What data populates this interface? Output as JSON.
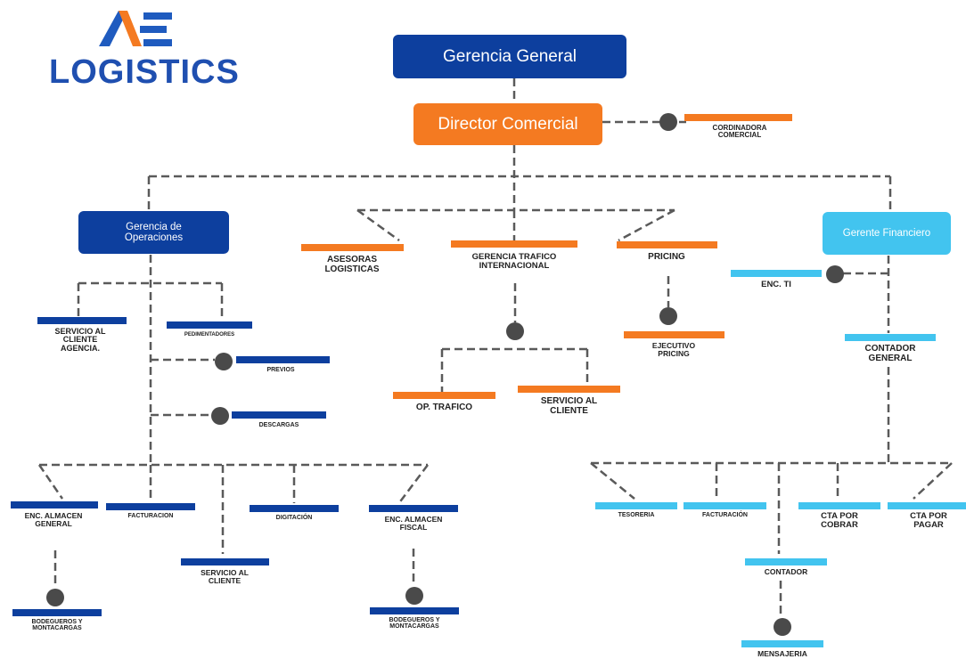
{
  "logo": {
    "mark": "AE",
    "text": "LOGISTICS"
  },
  "colors": {
    "blue": "#0d3f9e",
    "orange": "#f47a21",
    "cyan": "#42c4ef",
    "line": "#5a5a5a",
    "dot": "#4a4a4a"
  },
  "top": {
    "gerencia_general": "Gerencia General",
    "director_comercial": "Director Comercial",
    "coordinadora": "CORDINADORA COMERCIAL"
  },
  "operaciones": {
    "title": "Gerencia de Operaciones",
    "servicio_cliente_agencia": "SERVICIO AL CLIENTE AGENCIA.",
    "pedimentadores": "PEDIMENTADORES",
    "previos": "PREVIOS",
    "descargas": "DESCARGAS",
    "enc_almacen_general": "ENC. ALMACEN GENERAL",
    "facturacion": "FACTURACION",
    "servicio_cliente": "SERVICIO AL CLIENTE",
    "digitacion": "DIGITACIÓN",
    "enc_almacen_fiscal": "ENC. ALMACEN FISCAL",
    "bodegueros_1": "BODEGUEROS Y MONTACARGAS",
    "bodegueros_2": "BODEGUEROS Y MONTACARGAS"
  },
  "comercial": {
    "asesoras": "ASESORAS LOGISTICAS",
    "gerencia_trafico": "GERENCIA TRAFICO INTERNACIONAL",
    "pricing": "PRICING",
    "ejecutivo_pricing": "EJECUTIVO PRICING",
    "op_trafico": "OP. TRAFICO",
    "servicio_cliente": "SERVICIO AL CLIENTE"
  },
  "finanzas": {
    "title": "Gerente Financiero",
    "enc_ti": "ENC. TI",
    "contador_general": "CONTADOR GENERAL",
    "tesoreria": "TESORERIA",
    "facturacion": "FACTURACIÓN",
    "cta_cobrar": "CTA POR COBRAR",
    "cta_pagar": "CTA POR PAGAR",
    "contador": "CONTADOR",
    "mensajeria": "MENSAJERIA"
  }
}
